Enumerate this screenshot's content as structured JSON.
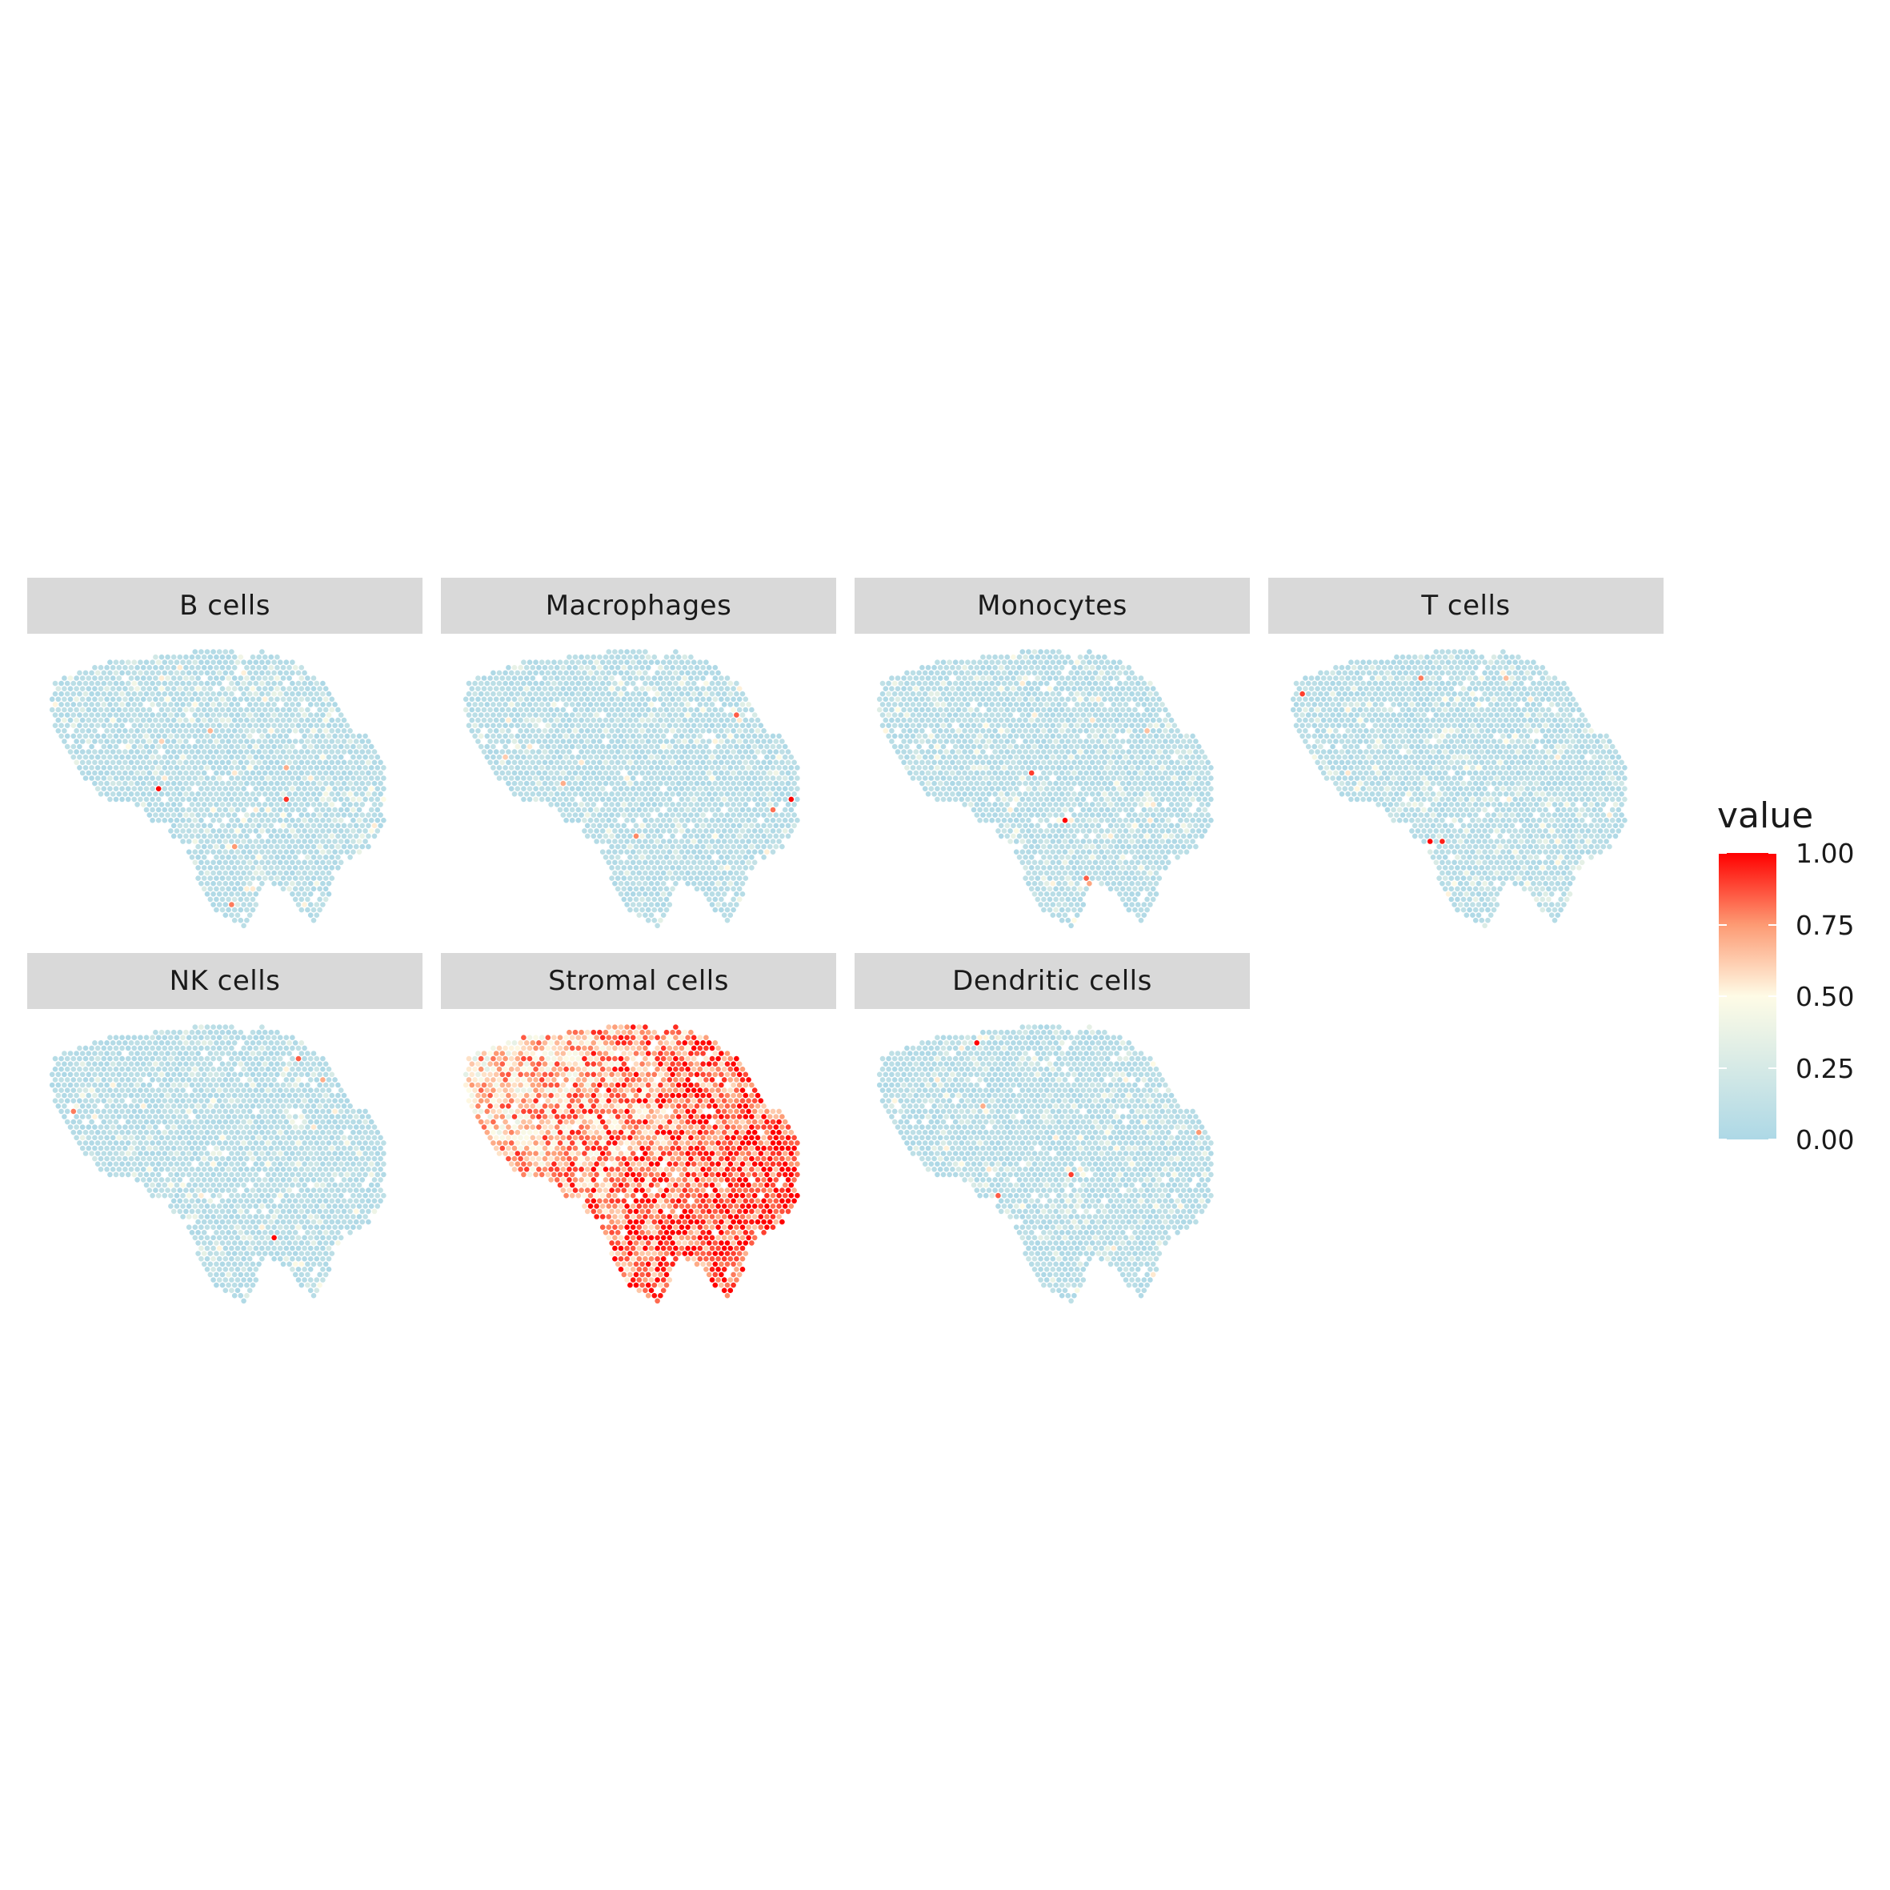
{
  "chart_data": {
    "type": "scatter",
    "subtype": "spatial-spot-faceted",
    "facets": [
      {
        "label": "B cells",
        "max_values": [
          1.0,
          0.8,
          0.7
        ],
        "hotspot_values": [
          0.92,
          0.75,
          0.68,
          0.6
        ]
      },
      {
        "label": "Macrophages",
        "max_values": [
          1.0,
          0.85
        ],
        "hotspot_values": [
          0.82,
          0.78,
          0.7,
          0.62
        ]
      },
      {
        "label": "Monocytes",
        "max_values": [
          1.0,
          0.9
        ],
        "hotspot_values": [
          0.85,
          0.72,
          0.65
        ]
      },
      {
        "label": "T cells",
        "max_values": [
          1.0,
          0.95
        ],
        "hotspot_values": [
          0.9,
          0.8,
          0.66
        ]
      },
      {
        "label": "NK cells",
        "max_values": [
          1.0,
          0.85
        ],
        "hotspot_values": [
          0.8,
          0.7
        ]
      },
      {
        "label": "Stromal cells",
        "max_values": [
          1.0
        ],
        "hotspot_values": []
      },
      {
        "label": "Dendritic cells",
        "max_values": [
          1.0,
          0.9
        ],
        "hotspot_values": [
          0.85,
          0.75,
          0.7
        ]
      }
    ],
    "legend": {
      "title": "value",
      "ticks": [
        {
          "value": 1.0,
          "label": "1.00"
        },
        {
          "value": 0.75,
          "label": "0.75"
        },
        {
          "value": 0.5,
          "label": "0.50"
        },
        {
          "value": 0.25,
          "label": "0.25"
        },
        {
          "value": 0.0,
          "label": "0.00"
        }
      ],
      "placement": "right",
      "colors": {
        "low": "#add8e6",
        "mid": "#fefbe6",
        "high": "#ff0000"
      }
    },
    "value_range": [
      0,
      1
    ],
    "grid": false
  }
}
